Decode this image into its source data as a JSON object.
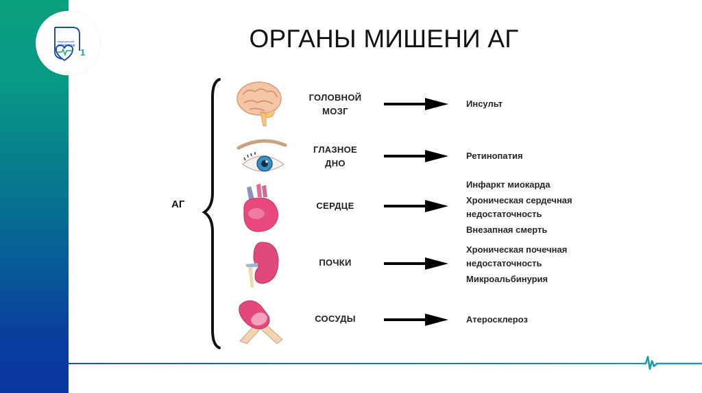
{
  "slide": {
    "title": "ОРГАНЫ МИШЕНИ АГ",
    "logo": {
      "line1": "медицинский",
      "line2": "колледж",
      "number": "1",
      "colors": {
        "blue": "#1e4fb0",
        "green": "#18a57e"
      }
    },
    "root_label": "АГ",
    "colors": {
      "sidebar_top": "#0aa17f",
      "sidebar_bottom": "#0a36a1",
      "line": "#1a8fa3",
      "text": "#111111"
    },
    "organs": [
      {
        "icon": "brain-icon",
        "label_line1": "ГОЛОВНОЙ",
        "label_line2": "МОЗГ",
        "effects": [
          "Инсульт"
        ]
      },
      {
        "icon": "eye-icon",
        "label_line1": "ГЛАЗНОЕ",
        "label_line2": "ДНО",
        "effects": [
          "Ретинопатия"
        ]
      },
      {
        "icon": "heart-icon",
        "label_line1": "СЕРДЦЕ",
        "label_line2": "",
        "effects": [
          "Инфаркт миокарда",
          "Хроническая сердечная",
          "недостаточность",
          "Внезапная смерть"
        ]
      },
      {
        "icon": "kidney-icon",
        "label_line1": "ПОЧКИ",
        "label_line2": "",
        "effects": [
          "Хроническая почечная",
          "недостаточность",
          "Микроальбинурия"
        ]
      },
      {
        "icon": "vessels-icon",
        "label_line1": "СОСУДЫ",
        "label_line2": "",
        "effects": [
          "Атеросклероз"
        ]
      }
    ]
  }
}
